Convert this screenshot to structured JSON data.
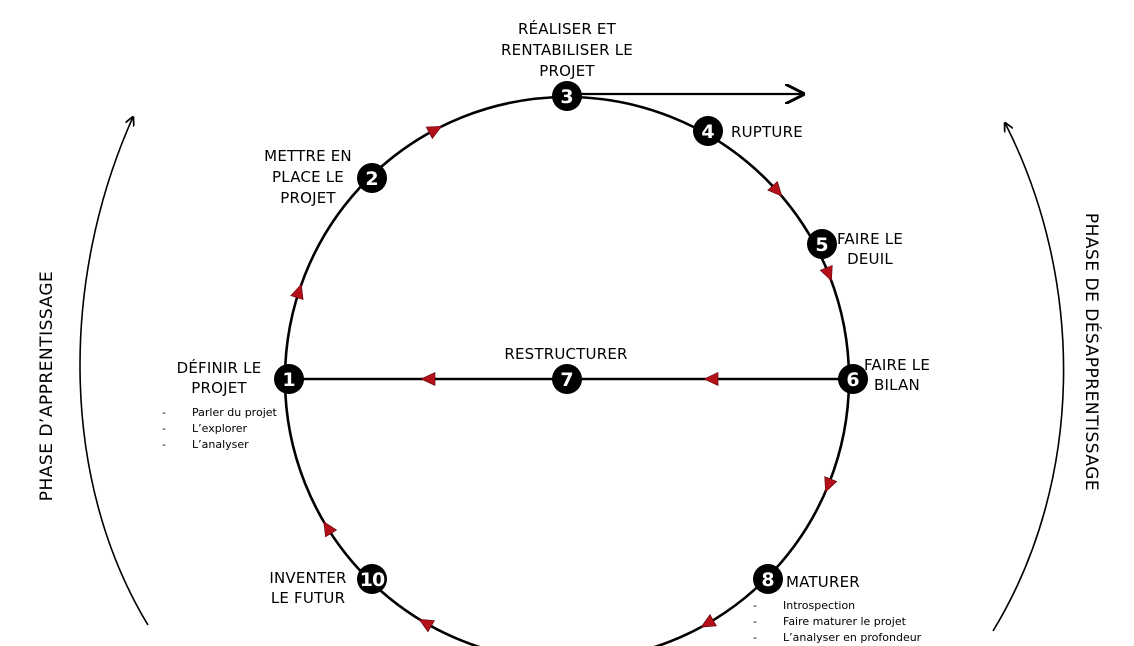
{
  "colors": {
    "line": "#000000",
    "node_fill": "#000000",
    "node_text": "#ffffff",
    "arrow_accent": "#b3101a"
  },
  "phases": {
    "left": "PHASE D’APPRENTISSAGE",
    "right": "PHASE DE DÉSAPPRENTISSAGE"
  },
  "steps": [
    {
      "number": "1",
      "label_lines": [
        "DÉFINIR LE",
        "PROJET"
      ],
      "sub_items": [
        "Parler du projet",
        "L’explorer",
        "L’analyser"
      ]
    },
    {
      "number": "2",
      "label_lines": [
        "METTRE EN",
        "PLACE LE",
        "PROJET"
      ],
      "sub_items": []
    },
    {
      "number": "3",
      "label_lines": [
        "RÉALISER ET",
        "RENTABILISER LE",
        "PROJET"
      ],
      "sub_items": []
    },
    {
      "number": "4",
      "label_lines": [
        "RUPTURE"
      ],
      "sub_items": []
    },
    {
      "number": "5",
      "label_lines": [
        "FAIRE LE",
        "DEUIL"
      ],
      "sub_items": []
    },
    {
      "number": "6",
      "label_lines": [
        "FAIRE LE",
        "BILAN"
      ],
      "sub_items": []
    },
    {
      "number": "7",
      "label_lines": [
        "RESTRUCTURER"
      ],
      "sub_items": []
    },
    {
      "number": "8",
      "label_lines": [
        "MATURER"
      ],
      "sub_items": [
        "Introspection",
        "Faire maturer le projet",
        "L’analyser en profondeur"
      ]
    },
    {
      "number": "10",
      "label_lines": [
        "INVENTER",
        "LE FUTUR"
      ],
      "sub_items": []
    }
  ],
  "sub_item_bullet": "-"
}
